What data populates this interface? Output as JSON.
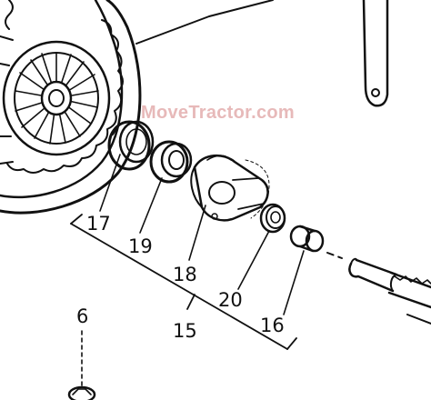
{
  "watermark": {
    "text": "MoveTractor.com",
    "color": "#e7b9b9"
  },
  "callouts": [
    {
      "id": "17",
      "label": "17"
    },
    {
      "id": "19",
      "label": "19"
    },
    {
      "id": "18",
      "label": "18"
    },
    {
      "id": "20",
      "label": "20"
    },
    {
      "id": "16",
      "label": "16"
    },
    {
      "id": "15",
      "label": "15"
    },
    {
      "id": "6",
      "label": "6"
    }
  ],
  "colors": {
    "ink": "#111111",
    "paper": "#ffffff",
    "watermark": "#e7b9b9"
  },
  "parts": [
    {
      "name": "clutch-assembly"
    },
    {
      "name": "release-fork-lever"
    },
    {
      "name": "bearing-17"
    },
    {
      "name": "bearing-19"
    },
    {
      "name": "release-hub-18"
    },
    {
      "name": "washer-20"
    },
    {
      "name": "collar-16"
    },
    {
      "name": "input-shaft"
    },
    {
      "name": "bolt-6"
    }
  ]
}
